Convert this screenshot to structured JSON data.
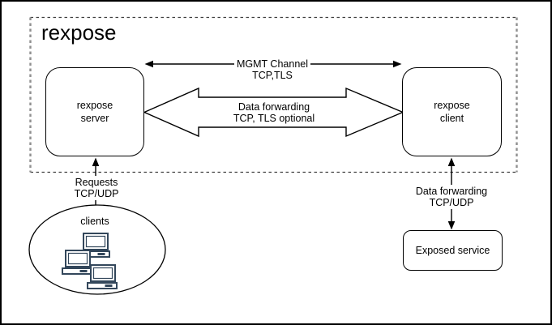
{
  "title": "rexpose",
  "nodes": {
    "server": "rexpose\nserver",
    "client": "rexpose\nclient",
    "clients_group": "clients",
    "exposed_service": "Exposed service"
  },
  "edges": {
    "mgmt": "MGMT Channel\nTCP,TLS",
    "data_forwarding": "Data forwarding\nTCP, TLS optional",
    "requests": "Requests\nTCP/UDP",
    "client_to_service": "Data forwarding\nTCP/UDP"
  },
  "colors": {
    "line": "#000000",
    "boundary_dash_horizontal": "#3d3d3d",
    "boundary_dash_vertical": "#8f8f8f",
    "computer_icon_stroke": "#33475b",
    "background": "#ffffff"
  }
}
